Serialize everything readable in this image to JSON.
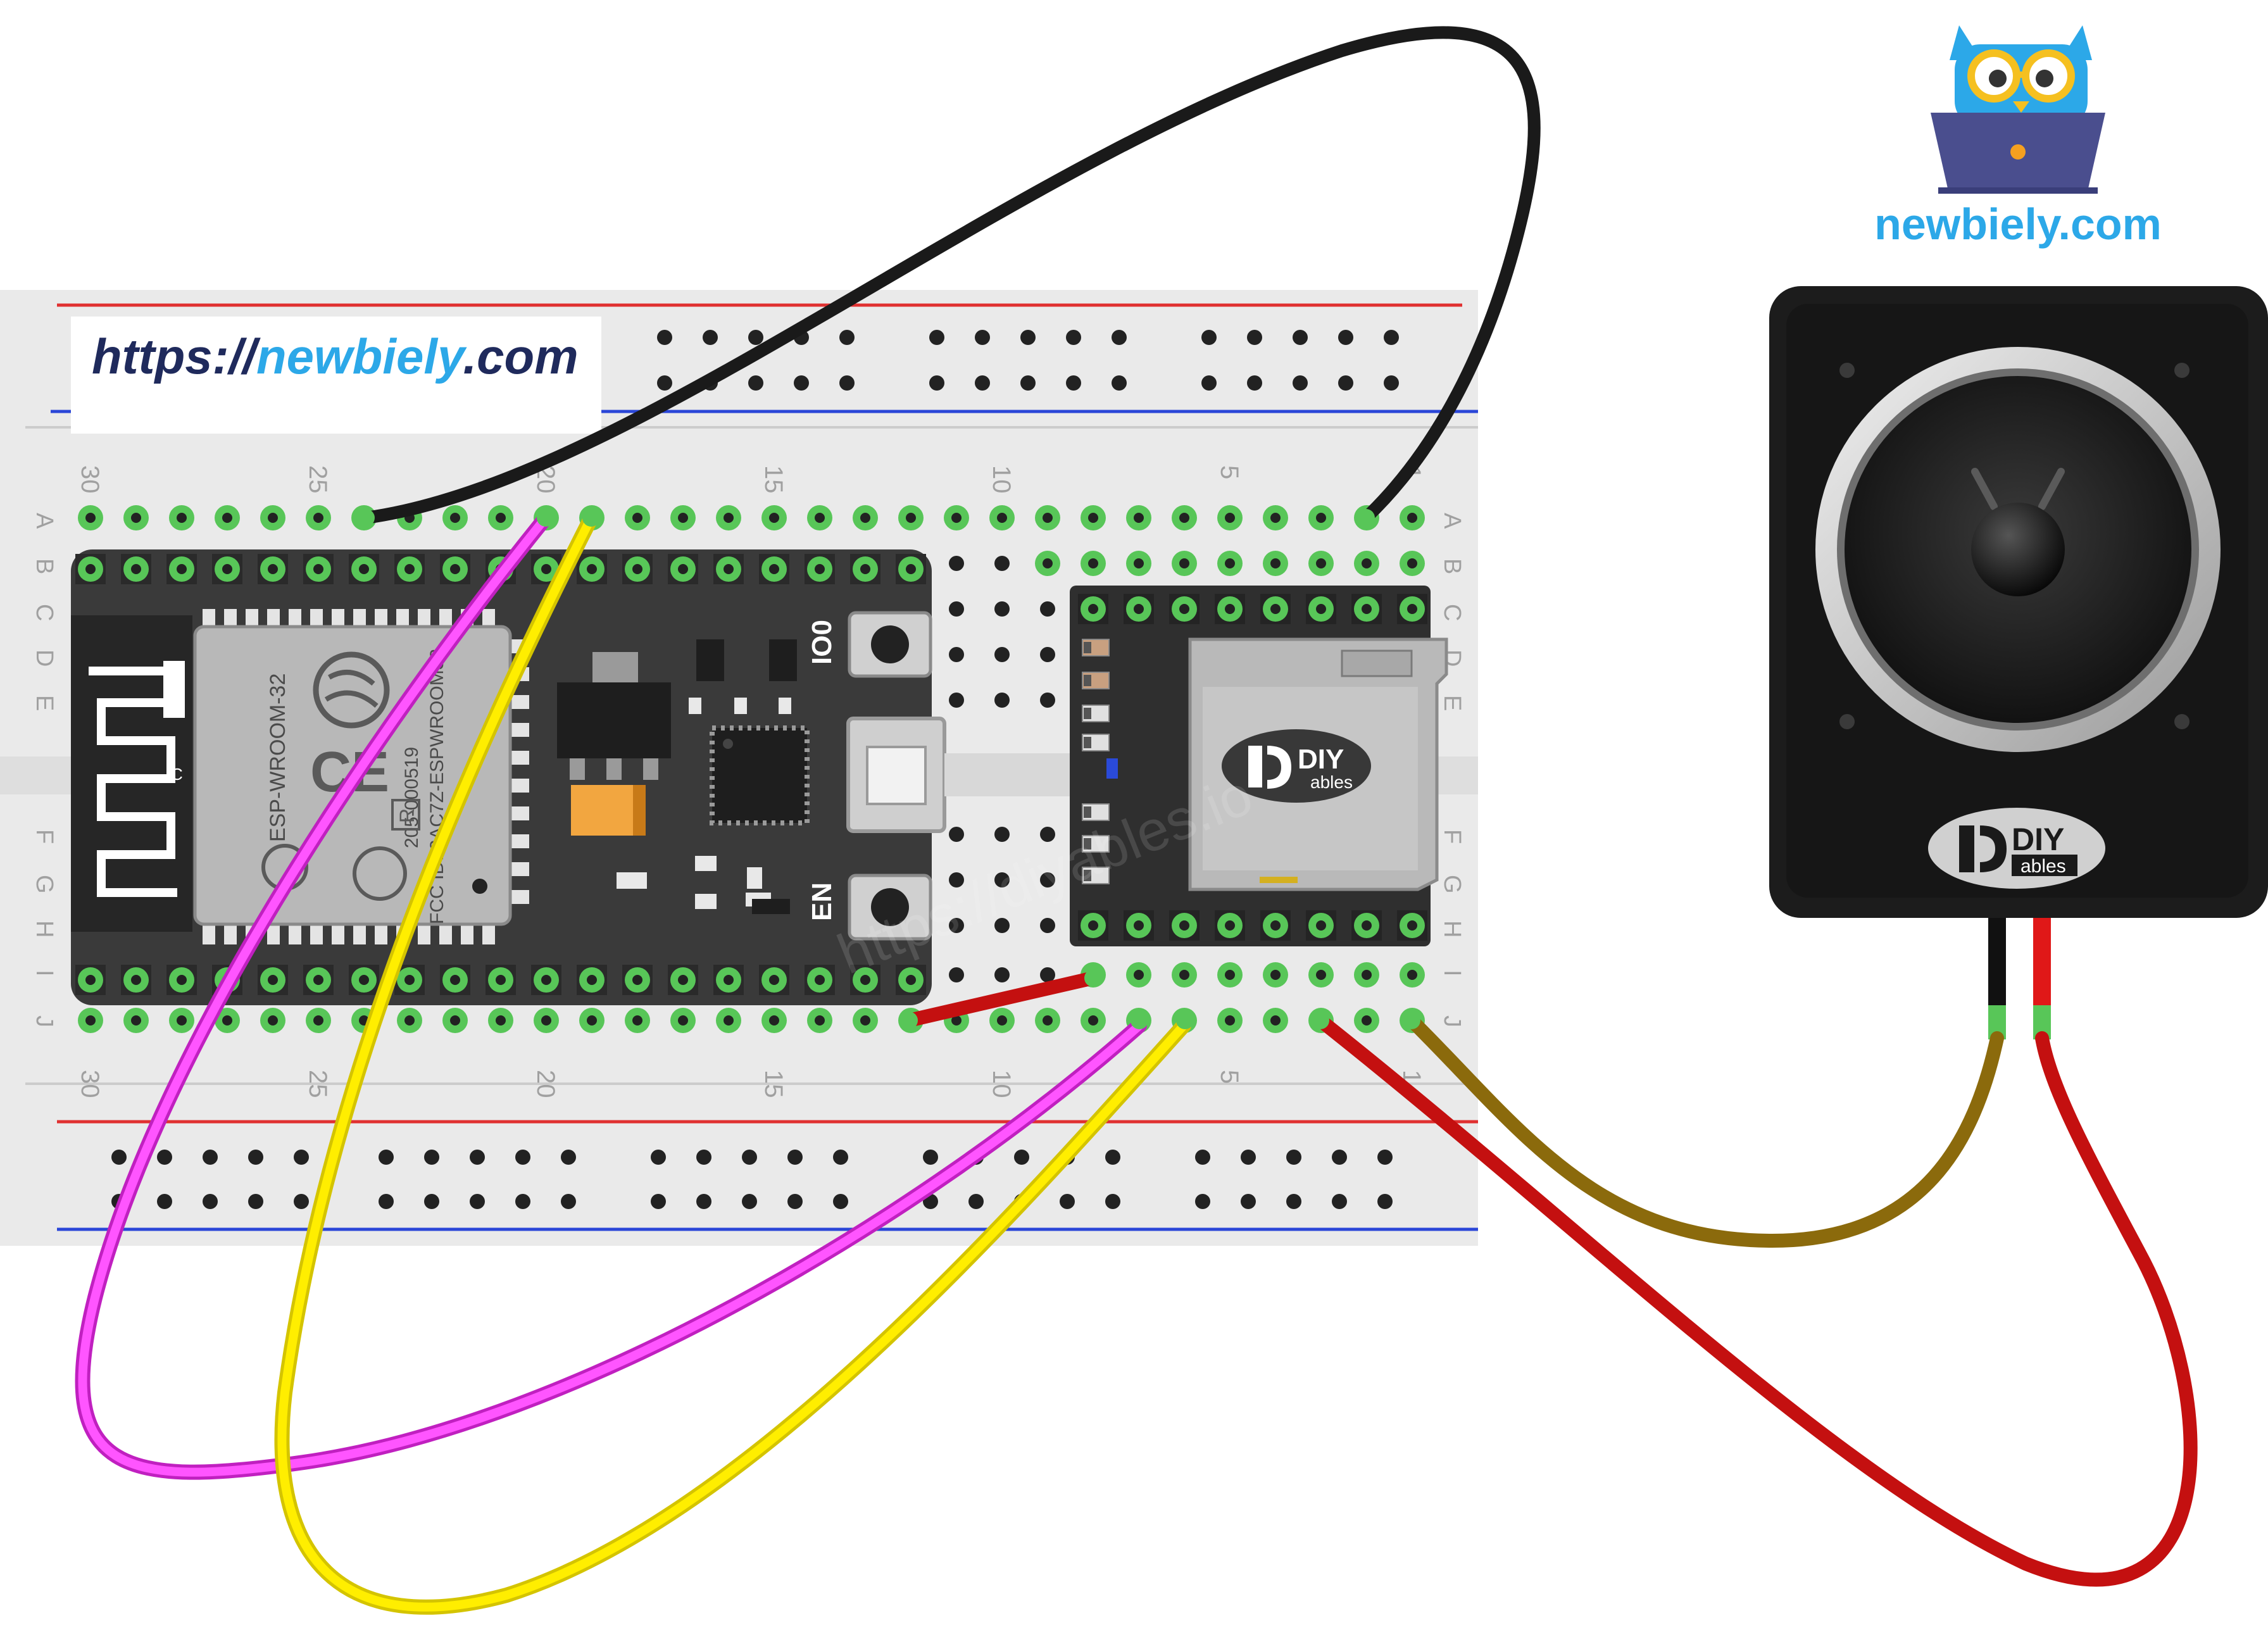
{
  "watermark": {
    "prefix": "https://",
    "brand": "newbiely",
    "suffix": ".com"
  },
  "logo": {
    "site": "newbiely.com"
  },
  "breadboard": {
    "column_numbers": [
      "30",
      "25",
      "20",
      "15",
      "10",
      "5",
      "1"
    ],
    "row_letters_top": [
      "A",
      "B",
      "C",
      "D",
      "E"
    ],
    "row_letters_bottom": [
      "F",
      "G",
      "H",
      "I",
      "J"
    ]
  },
  "esp32": {
    "module_text": "ESP-WROOM-32",
    "fcc_text": "FCC ID: 2AC7Z-ESPWROOM32",
    "cert_code": "205-000519",
    "button_io0": "IO0",
    "button_en": "EN",
    "antenna_mark": "C",
    "r_mark": "R"
  },
  "mp3_module": {
    "brand_main": "DIY",
    "brand_sub": "ables",
    "faint_text": "https://diyables.io"
  },
  "speaker": {
    "brand_main": "DIY",
    "brand_sub": "ables"
  },
  "colors": {
    "wire_black": "#1a1a1a",
    "wire_magenta": "#ff33ff",
    "wire_yellow": "#ffee00",
    "wire_red": "#c41010",
    "wire_brown": "#8b6a0c",
    "hole_green": "#58c658",
    "breadboard": "#eaeaea",
    "rail_red": "#e03030",
    "rail_blue": "#2a46d8",
    "board_dark": "#3a3a3a",
    "logo_blue": "#2ca8e8"
  }
}
